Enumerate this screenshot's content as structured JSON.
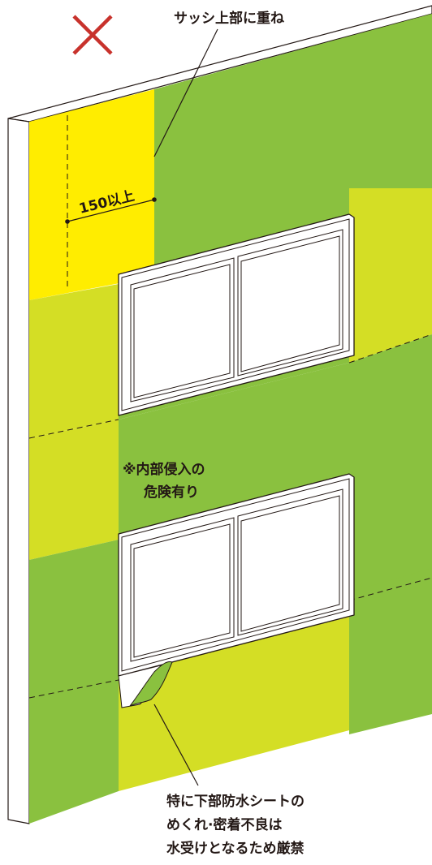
{
  "labels": {
    "top_note": "サッシ上部に重ね",
    "dimension": "150以上",
    "middle_note_1": "※内部侵入の",
    "middle_note_2": "危険有り",
    "bottom_note_1": "特に下部防水シートの",
    "bottom_note_2": "めくれ·密着不良は",
    "bottom_note_3": "水受けとなるため厳禁"
  },
  "colors": {
    "cross_mark": "#C8322C",
    "sheet_yellow": "#FFED00",
    "sheet_lime": "#D4DE25",
    "sheet_green": "#8AC13F",
    "outline": "#231815",
    "window_white": "#FFFFFF"
  },
  "icons": {
    "cross_mark": "cross-mark-icon"
  }
}
